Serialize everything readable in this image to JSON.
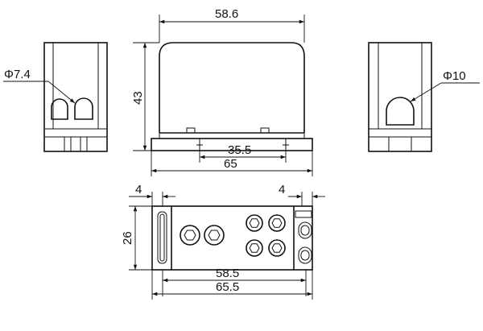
{
  "labels": {
    "top_width": "58.6",
    "height": "43",
    "inner_width": "35.5",
    "base_width": "65",
    "left_hole_dia": "Φ7.4",
    "right_hole_dia": "Φ10",
    "offset_left": "4",
    "offset_right": "4",
    "depth": "26",
    "mount_spacing": "58.5",
    "total_length": "65.5"
  }
}
